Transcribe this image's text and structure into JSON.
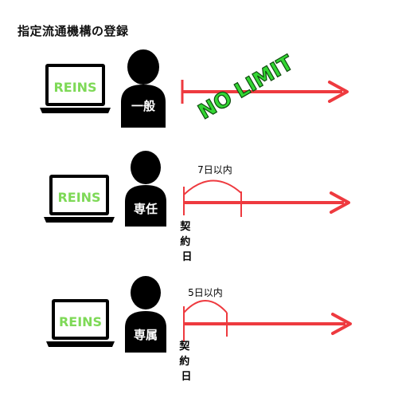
{
  "title": "指定流通機構の登録",
  "colors": {
    "arrow": "#ee3a3f",
    "reins_text": "#7ed957",
    "no_limit_fill": "#33d633",
    "no_limit_stroke": "#0e4a0e",
    "ink": "#000000"
  },
  "rows": [
    {
      "laptop_label": "REINS",
      "person_label": "一般",
      "duration": "",
      "start_label": "",
      "no_limit": "NO LIMIT"
    },
    {
      "laptop_label": "REINS",
      "person_label": "専任",
      "duration": "7日以内",
      "start_label": "契約日",
      "no_limit": ""
    },
    {
      "laptop_label": "REINS",
      "person_label": "専属",
      "duration": "5日以内",
      "start_label": "契約日",
      "no_limit": ""
    }
  ]
}
